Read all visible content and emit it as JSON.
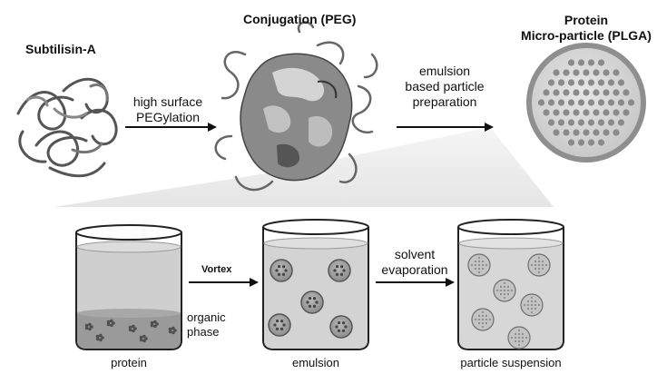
{
  "diagram": {
    "molecules": {
      "subtilisin_title": "Subtilisin-A",
      "conjugation_title": "Conjugation (PEG)",
      "microparticle_title_line1": "Protein",
      "microparticle_title_line2": "Micro-particle (PLGA)"
    },
    "steps": {
      "pegylation_line1": "high surface",
      "pegylation_line2": "PEGylation",
      "emulsion_prep_line1": "emulsion",
      "emulsion_prep_line2": "based particle",
      "emulsion_prep_line3": "preparation",
      "vortex": "Vortex",
      "solvent_line1": "solvent",
      "solvent_line2": "evaporation"
    },
    "beakers": {
      "organic_line1": "organic",
      "organic_line2": "phase",
      "protein": "protein",
      "emulsion": "emulsion",
      "particle_suspension": "particle suspension"
    }
  },
  "colors": {
    "ink": "#111111",
    "liquid": "#cfcfcf",
    "organic_phase": "#9a9a9a",
    "particle_fill": "#a8a8a8",
    "particle_rim": "#6e6e6e",
    "dots": "#8a8a8a",
    "highlight_cone": "#ececec"
  }
}
